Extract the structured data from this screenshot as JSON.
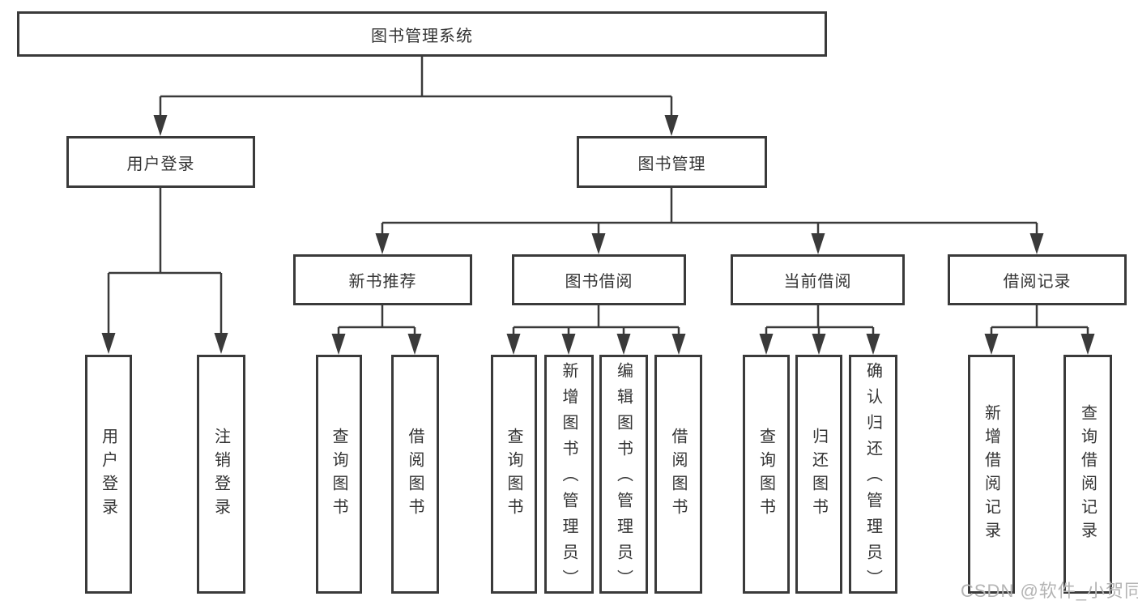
{
  "diagram_title": "图书管理系统",
  "nodes": {
    "root": "图书管理系统",
    "level2": {
      "user_login": "用户登录",
      "book_management": "图书管理"
    },
    "level3": {
      "new_book_recommend": "新书推荐",
      "book_borrowing": "图书借阅",
      "current_borrowing": "当前借阅",
      "borrowing_records": "借阅记录"
    },
    "level4": {
      "user_login": "用户登录",
      "logout": "注销登录",
      "query_books_1": "查询图书",
      "borrow_books_1": "借阅图书",
      "query_books_2": "查询图书",
      "add_books_admin": "新增图书（管理员）",
      "edit_books_admin": "编辑图书（管理员）",
      "borrow_books_2": "借阅图书",
      "query_books_3": "查询图书",
      "return_books": "归还图书",
      "confirm_return_admin": "确认归还（管理员）",
      "add_borrow_record": "新增借阅记录",
      "query_borrow_record": "查询借阅记录"
    }
  },
  "watermark": "CSDN @软件_小贺同学",
  "colors": {
    "line": "#3a3a3a",
    "box_border": "#3a3a3a",
    "box_fill": "#ffffff",
    "text": "#333333",
    "background": "#ffffff",
    "watermark": "#b4b4b4"
  }
}
